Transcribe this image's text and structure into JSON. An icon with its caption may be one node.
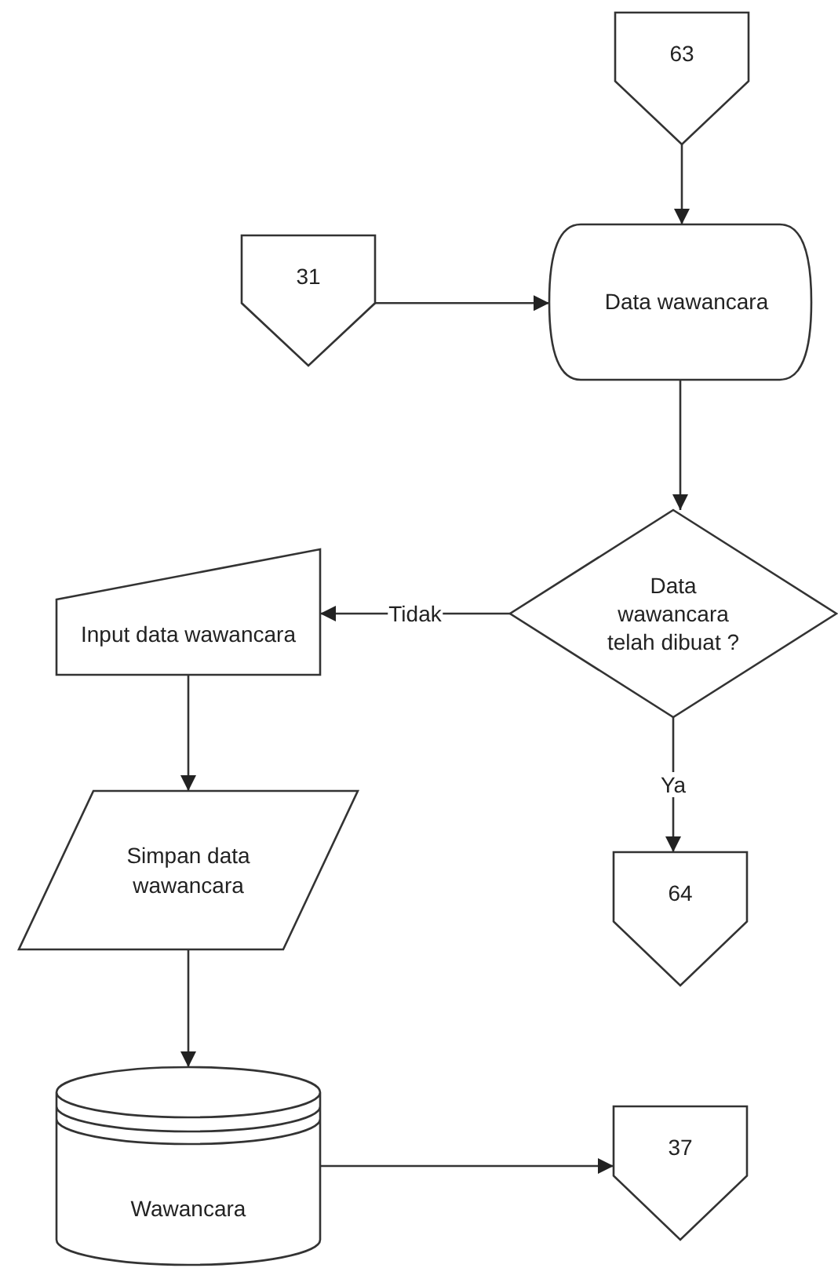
{
  "diagram": {
    "nodes": [
      {
        "text": [
          "63"
        ]
      },
      {
        "text": [
          "31"
        ]
      },
      {
        "text": [
          "Data wawancara"
        ]
      },
      {
        "text": [
          "Data wawancara telah dibuat ?"
        ]
      },
      {
        "text": [
          "Input data wawancara"
        ]
      },
      {
        "text": [
          "Simpan data wawancara"
        ]
      },
      {
        "text": [
          "64"
        ]
      },
      {
        "text": [
          "Wawancara"
        ]
      },
      {
        "text": [
          "37"
        ]
      }
    ],
    "edges": [
      {
        "from": 0,
        "to": 2,
        "arrow": "to"
      },
      {
        "from": 1,
        "to": 2,
        "arrow": "to"
      },
      {
        "from": 2,
        "to": 3,
        "arrow": "to"
      },
      {
        "from": 3,
        "to": 4,
        "arrow": "to",
        "label": "Tidak"
      },
      {
        "from": 3,
        "to": 6,
        "arrow": "to",
        "label": "Ya"
      },
      {
        "from": 4,
        "to": 5,
        "arrow": "to"
      },
      {
        "from": 5,
        "to": 7,
        "arrow": "to"
      },
      {
        "from": 7,
        "to": 8,
        "arrow": "to"
      }
    ]
  }
}
